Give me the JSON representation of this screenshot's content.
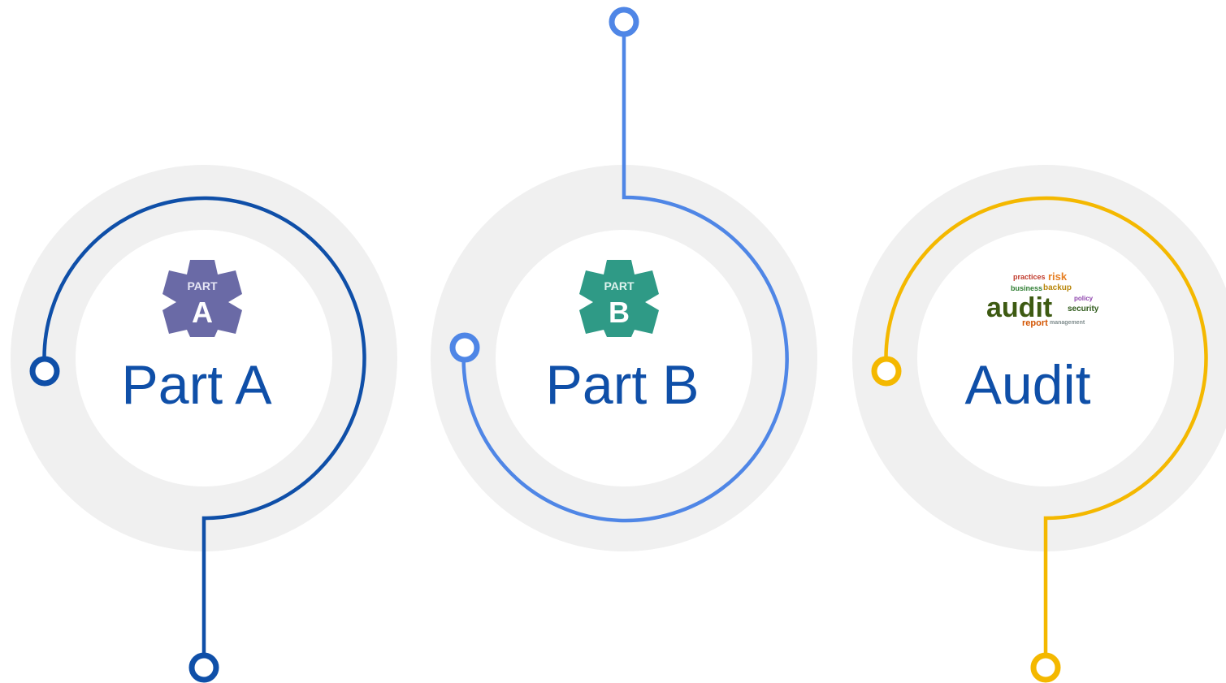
{
  "colors": {
    "part_a": "#0f4fa8",
    "part_b": "#4f86e6",
    "audit": "#f4b800",
    "outer_ring": "#f0f0f0",
    "inner_disc": "#ffffff",
    "label_text": "#0f4fa8",
    "badge_a": "#6a6aa6",
    "badge_b": "#2f9a86"
  },
  "items": [
    {
      "id": "part-a",
      "label": "Part A",
      "badge_top": "PART",
      "badge_letter": "A",
      "icon": "part-a-badge-icon"
    },
    {
      "id": "part-b",
      "label": "Part B",
      "badge_top": "PART",
      "badge_letter": "B",
      "icon": "part-b-badge-icon"
    },
    {
      "id": "audit",
      "label": "Audit",
      "icon": "audit-word-cloud-icon",
      "cloud_words": [
        "practices",
        "risk",
        "business",
        "backup",
        "audit",
        "security",
        "policy",
        "report",
        "management"
      ]
    }
  ]
}
